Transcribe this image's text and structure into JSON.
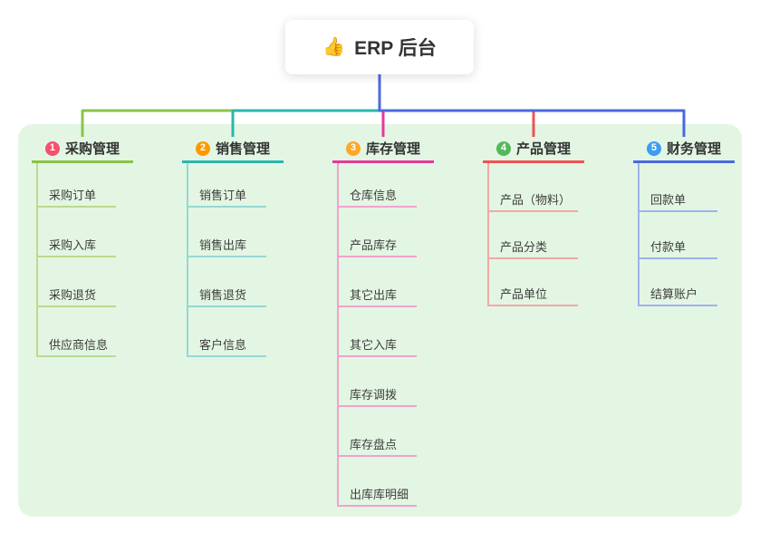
{
  "root": {
    "icon": "👍",
    "label": "ERP 后台"
  },
  "colors": {
    "canvas_bg": "#ffffff",
    "panel_bg": "#e3f6e3",
    "root_text": "#333333"
  },
  "branches": [
    {
      "num": "1",
      "label": "采购管理",
      "badge_color": "#f4516c",
      "line_color": "#8bc34a",
      "child_line_color": "#bcd98f",
      "children": [
        "采购订单",
        "采购入库",
        "采购退货",
        "供应商信息"
      ]
    },
    {
      "num": "2",
      "label": "销售管理",
      "badge_color": "#ff9800",
      "line_color": "#2bb5ae",
      "child_line_color": "#96d8d3",
      "children": [
        "销售订单",
        "销售出库",
        "销售退货",
        "客户信息"
      ]
    },
    {
      "num": "3",
      "label": "库存管理",
      "badge_color": "#ffa726",
      "line_color": "#e6399b",
      "child_line_color": "#f2a2ce",
      "children": [
        "仓库信息",
        "产品库存",
        "其它出库",
        "其它入库",
        "库存调拨",
        "库存盘点",
        "出库库明细"
      ]
    },
    {
      "num": "4",
      "label": "产品管理",
      "badge_color": "#55b95b",
      "line_color": "#ef5350",
      "child_line_color": "#f3a8a6",
      "children": [
        "产品（物料）",
        "产品分类",
        "产品单位"
      ]
    },
    {
      "num": "5",
      "label": "财务管理",
      "badge_color": "#3d9df3",
      "line_color": "#4a69e1",
      "child_line_color": "#a0b1ed",
      "children": [
        "回款单",
        "付款单",
        "结算账户"
      ]
    }
  ]
}
